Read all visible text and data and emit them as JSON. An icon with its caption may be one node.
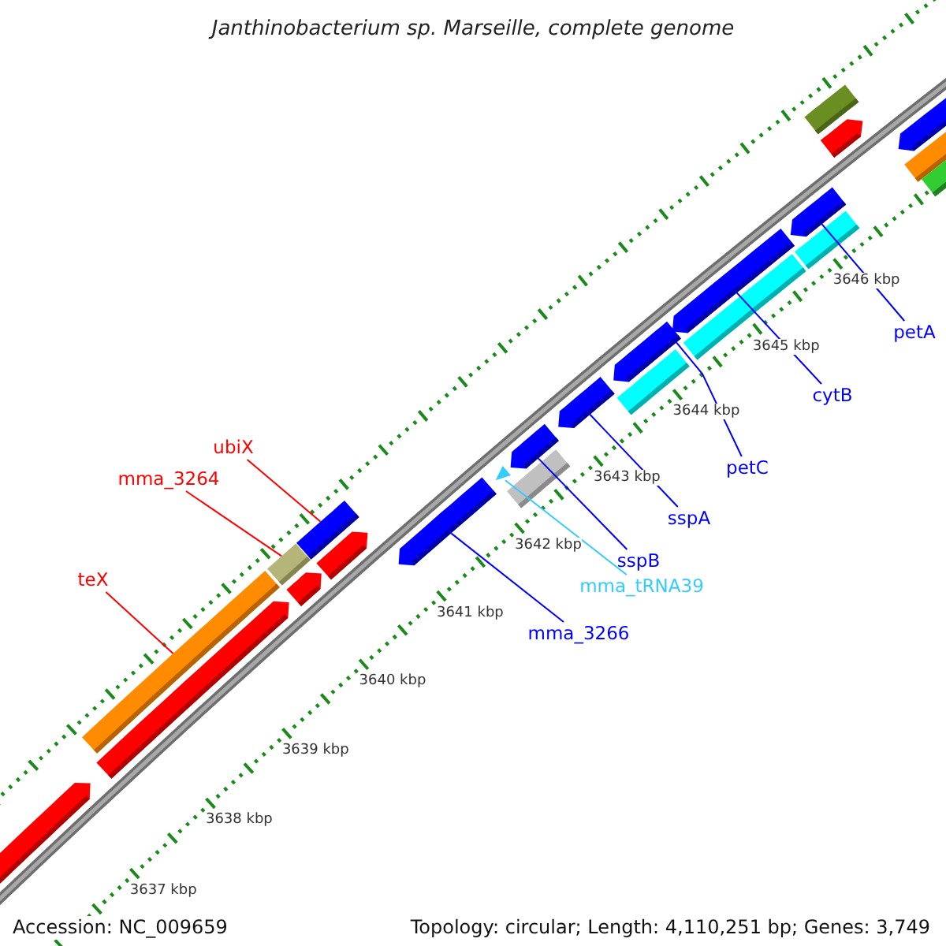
{
  "diagram": {
    "title": "Janthinobacterium sp. Marseille, complete genome",
    "nodes": [
      {
        "text": [
          "ubiX"
        ]
      },
      {
        "text": [
          "mma_3264"
        ]
      },
      {
        "text": [
          "teX"
        ]
      },
      {
        "text": [
          "petA"
        ]
      },
      {
        "text": [
          "cytB"
        ]
      },
      {
        "text": [
          "petC"
        ]
      },
      {
        "text": [
          "sspA"
        ]
      },
      {
        "text": [
          "sspB"
        ]
      },
      {
        "text": [
          "mma_tRNA39"
        ]
      },
      {
        "text": [
          "mma_3266"
        ]
      },
      {
        "text": [],
        "shape": "bar"
      },
      {
        "text": [],
        "shape": "bar"
      },
      {
        "text": [],
        "shape": "bar"
      },
      {
        "text": [],
        "shape": "bar"
      },
      {
        "text": [],
        "shape": "bar"
      },
      {
        "text": [],
        "shape": "bar"
      },
      {
        "text": [],
        "shape": "bar"
      },
      {
        "text": [],
        "shape": "bar"
      },
      {
        "text": [],
        "shape": "triangle"
      },
      {
        "text": [],
        "shape": "bar"
      },
      {
        "text": [],
        "shape": "bar"
      },
      {
        "text": [],
        "shape": "bar"
      },
      {
        "text": [],
        "shape": "bar"
      },
      {
        "text": [],
        "shape": "bar"
      },
      {
        "text": [],
        "shape": "bar"
      },
      {
        "text": [],
        "shape": "bar"
      },
      {
        "text": [],
        "shape": "bar"
      },
      {
        "text": [],
        "shape": "bar"
      },
      {
        "text": [],
        "shape": "bar"
      },
      {
        "text": [],
        "shape": "bar"
      },
      {
        "text": [],
        "shape": "bar"
      },
      {
        "text": [],
        "shape": "bar"
      },
      {
        "text": [],
        "shape": "bar"
      }
    ],
    "edges": [
      {
        "from": 0,
        "to": 15,
        "arrow": "none",
        "color": "#ff0000"
      },
      {
        "from": 1,
        "to": 13,
        "arrow": "none",
        "color": "#ff0000"
      },
      {
        "from": 2,
        "to": 11,
        "arrow": "none",
        "color": "#ff0000"
      },
      {
        "from": 3,
        "to": 26,
        "arrow": "none"
      },
      {
        "from": 4,
        "to": 24,
        "arrow": "none"
      },
      {
        "from": 5,
        "to": 22,
        "arrow": "none"
      },
      {
        "from": 6,
        "to": 21,
        "arrow": "none"
      },
      {
        "from": 7,
        "to": 19,
        "arrow": "none"
      },
      {
        "from": 8,
        "to": 18,
        "arrow": "none",
        "color": "#33ccff"
      },
      {
        "from": 9,
        "to": 17,
        "arrow": "none"
      }
    ],
    "labels": [
      "3646 kbp",
      "3645 kbp",
      "3644 kbp",
      "3643 kbp",
      "3642 kbp",
      "3641 kbp",
      "3640 kbp",
      "3639 kbp",
      "3638 kbp",
      "3637 kbp",
      "Accession: NC_009659",
      "Topology: circular; Length: 4,110,251 bp; Genes: 3,749"
    ]
  }
}
